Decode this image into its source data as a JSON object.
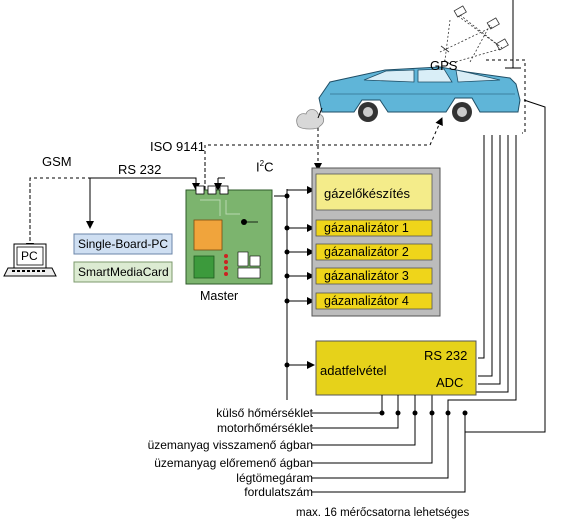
{
  "labels": {
    "gps": "GPS",
    "iso": "ISO 9141",
    "gsm": "GSM",
    "rs232_left": "RS 232",
    "i2c_main": "I",
    "i2c_sup": "2",
    "i2c_tail": "C",
    "pc": "PC",
    "sbpc": "Single-Board-PC",
    "smc": "SmartMediaCard",
    "master": "Master",
    "prep": "gázelőkészítés",
    "daq": "adatfelvétel",
    "rs232_daq": "RS 232",
    "adc": "ADC",
    "footer": "max. 16 mérőcsatorna lehetséges"
  },
  "analyzers": [
    "gázanalizátor 1",
    "gázanalizátor 2",
    "gázanalizátor 3",
    "gázanalizátor 4"
  ],
  "sensors": [
    "külső hőmérséklet",
    "motorhőmérséklet",
    "üzemanyag visszamenő ágban",
    "üzemanyag előremenő ágban",
    "légtömegáram",
    "fordulatszám"
  ],
  "colors": {
    "yellow": "#efd51a",
    "prep_fill": "#f4ec8a",
    "panel_grey": "#bcbcbc",
    "board_green": "#7cb46e",
    "chip_orange": "#f0a43c",
    "car_blue": "#5fb5d8",
    "sbpc_fill": "#cfdff2",
    "smc_fill": "#dcebd2"
  }
}
